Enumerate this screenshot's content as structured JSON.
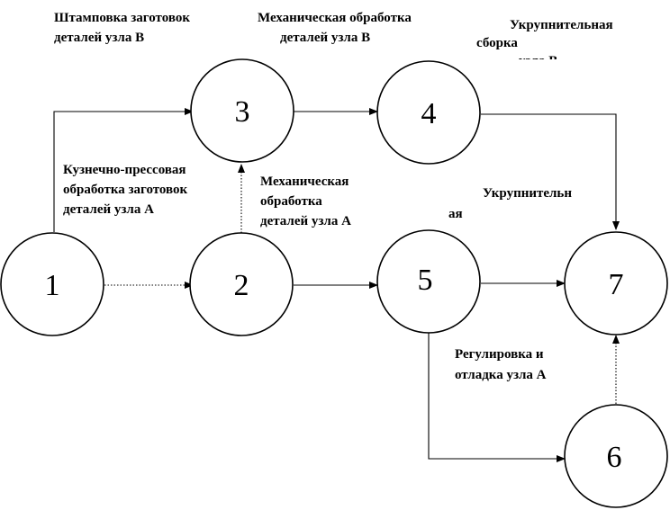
{
  "nodes": [
    {
      "id": "1",
      "label": "1"
    },
    {
      "id": "2",
      "label": "2"
    },
    {
      "id": "3",
      "label": "3"
    },
    {
      "id": "4",
      "label": "4"
    },
    {
      "id": "5",
      "label": "5"
    },
    {
      "id": "6",
      "label": "6"
    },
    {
      "id": "7",
      "label": "7"
    }
  ],
  "edges": [
    {
      "from": "1",
      "to": "3",
      "style": "solid"
    },
    {
      "from": "1",
      "to": "2",
      "style": "dotted"
    },
    {
      "from": "2",
      "to": "3",
      "style": "dotted"
    },
    {
      "from": "3",
      "to": "4",
      "style": "solid"
    },
    {
      "from": "4",
      "to": "7",
      "style": "solid"
    },
    {
      "from": "2",
      "to": "5",
      "style": "solid"
    },
    {
      "from": "5",
      "to": "7",
      "style": "solid"
    },
    {
      "from": "5",
      "to": "6",
      "style": "solid"
    },
    {
      "from": "6",
      "to": "7",
      "style": "dotted"
    }
  ],
  "labels": {
    "stamping": [
      "Штамповка заготовок",
      "деталей узла В"
    ],
    "machining_b": [
      "Механическая обработка",
      "деталей узла В"
    ],
    "assembly_b": [
      "Укрупнительная",
      "сборка",
      "узла В"
    ],
    "forging_a": [
      "Кузнечно-прессовая",
      "обработка заготовок",
      "деталей узла А"
    ],
    "machining_a": [
      "Механическая",
      "обработка",
      "деталей узла А"
    ],
    "assembly_a": [
      "Укрупнительн",
      "ая"
    ],
    "tuning_a": [
      "Регулировка и",
      "отладка узла А"
    ]
  }
}
